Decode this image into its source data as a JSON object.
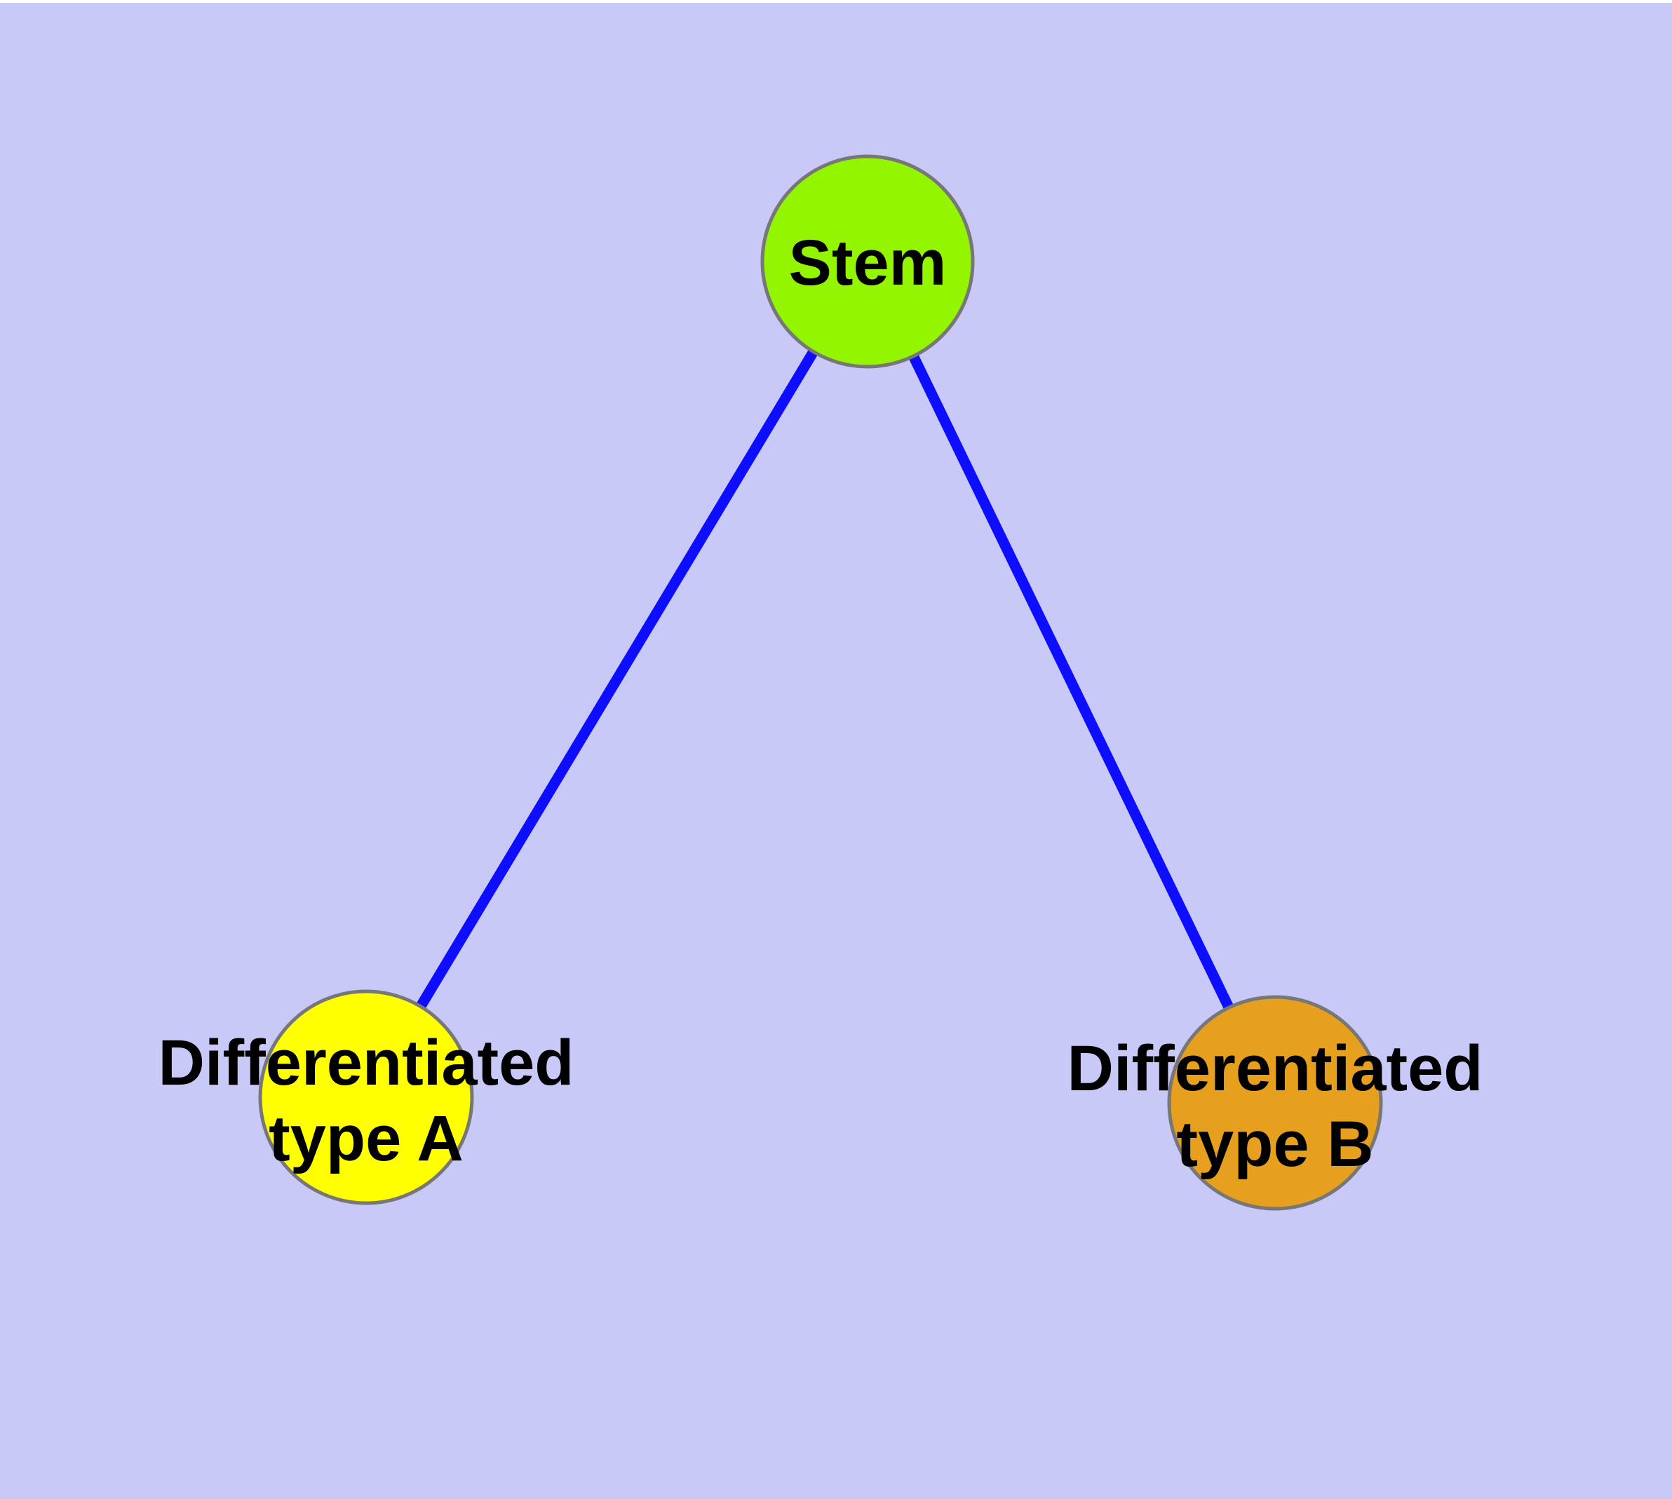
{
  "background": {
    "color": "#C9C9F8",
    "top_strip_color": "#FFFFFF"
  },
  "graph": {
    "edge_color": "#0D0DFF",
    "node_border_color": "#777777",
    "nodes": [
      {
        "id": "stem",
        "label": "Stem",
        "color": "#94F500"
      },
      {
        "id": "type-a",
        "label_line1": "Differentiated",
        "label_line2": "type A",
        "color": "#FFFF00"
      },
      {
        "id": "type-b",
        "label_line1": "Differentiated",
        "label_line2": "type B",
        "color": "#E6A01E"
      }
    ],
    "edges": [
      {
        "from": "stem",
        "to": "type-a"
      },
      {
        "from": "stem",
        "to": "type-b"
      }
    ]
  }
}
